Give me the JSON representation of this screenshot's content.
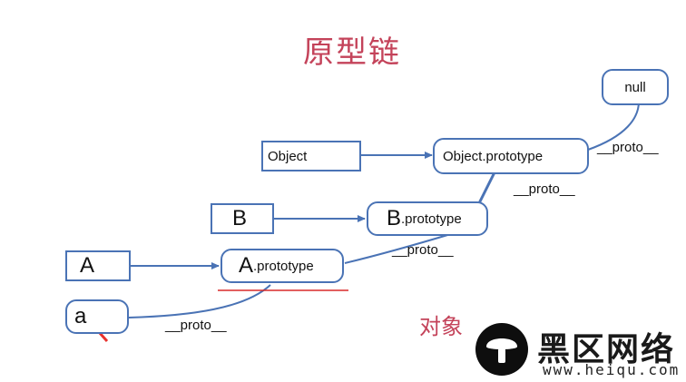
{
  "title": "原型链",
  "caption": "对象",
  "colors": {
    "title": "#c4435a",
    "caption": "#c4435a",
    "node_border": "#4a73b5",
    "edge": "#4a73b5",
    "underline": "#d82a2a",
    "pointer": "#e8322e"
  },
  "nodes": {
    "null": "null",
    "object_ctor": "Object",
    "object_proto": "Object.prototype",
    "b_ctor": "B",
    "b_proto_head": "B",
    "b_proto_tail": ".prototype",
    "a_ctor": "A",
    "a_proto_head": "A",
    "a_proto_tail": ".prototype",
    "instance": "a"
  },
  "proto_labels": {
    "to_null": "__proto__",
    "to_object": "__proto__",
    "to_b": "__proto__",
    "to_a": "__proto__"
  },
  "watermark": {
    "name": "黑区网络",
    "url": "www.heiqu.com",
    "icon": "mushroom-logo-icon"
  }
}
